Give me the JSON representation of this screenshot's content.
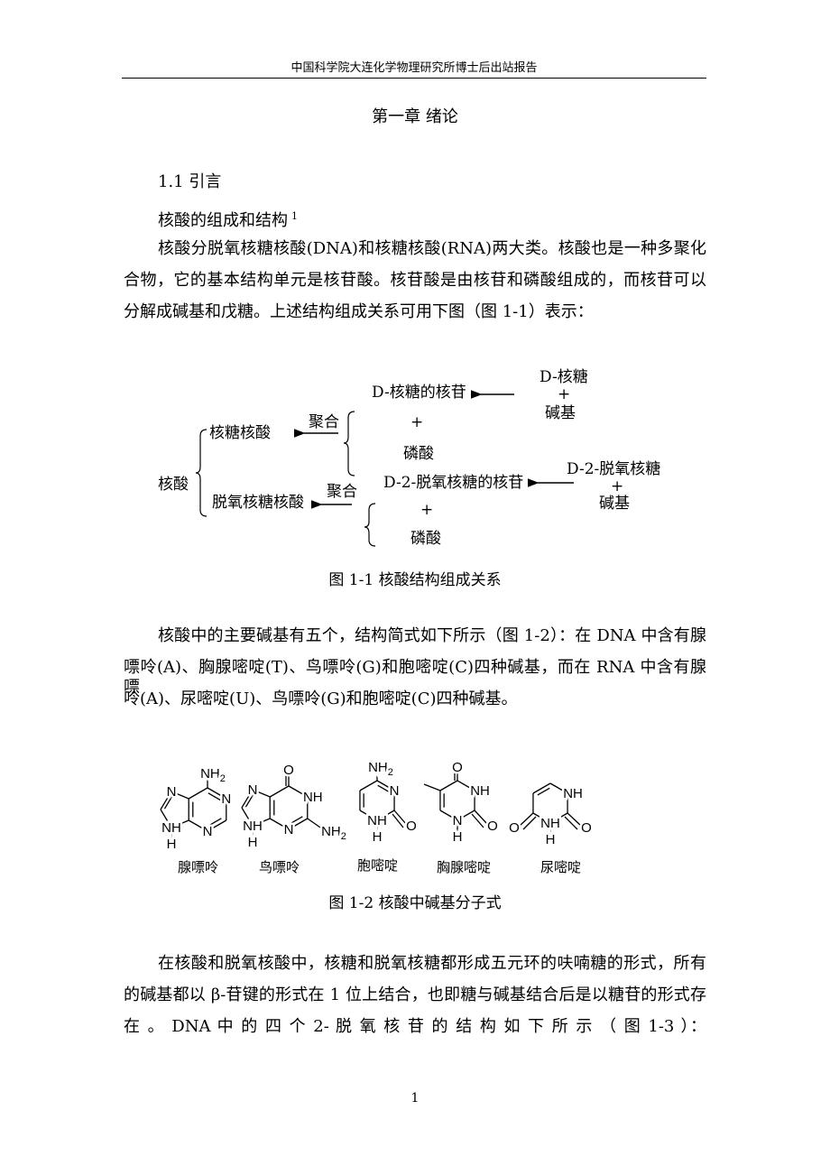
{
  "header": {
    "running_title": "中国科学院大连化学物理研究所博士后出站报告"
  },
  "chapter_title": "第一章  绪论",
  "section": {
    "number_title": "1.1  引言",
    "subheading": "核酸的组成和结构",
    "superscript_ref": "1"
  },
  "paragraph1": [
    "核酸分脱氧核糖核酸(DNA)和核糖核酸(RNA)两大类。核酸也是一种多聚化",
    "合物，它的基本结构单元是核苷酸。核苷酸是由核苷和磷酸组成的，而核苷可以",
    "分解成碱基和戊糖。上述结构组成关系可用下图（图 1-1）表示："
  ],
  "figure1": {
    "root": "核酸",
    "rna": "核糖核酸",
    "dna": "脱氧核糖核酸",
    "polymerize": "聚合",
    "ribo_nucleoside": "D-核糖的核苷",
    "deoxy_nucleoside": "D-2-脱氧核糖的核苷",
    "plus": "+",
    "phosphate": "磷酸",
    "ribose": "D-核糖",
    "deoxyribose": "D-2-脱氧核糖",
    "base": "碱基",
    "caption": "图 1-1  核酸结构组成关系"
  },
  "paragraph2": [
    "核酸中的主要碱基有五个，结构简式如下所示（图 1-2）：在 DNA 中含有腺",
    "嘌呤(A)、胸腺嘧啶(T)、鸟嘌呤(G)和胞嘧啶(C)四种碱基，而在 RNA 中含有腺嘌",
    "呤(A)、尿嘧啶(U)、鸟嘌呤(G)和胞嘧啶(C)四种碱基。"
  ],
  "figure2": {
    "bases": [
      "腺嘌呤",
      "鸟嘌呤",
      "胞嘧啶",
      "胸腺嘧啶",
      "尿嘧啶"
    ],
    "atoms": {
      "N": "N",
      "NH": "NH",
      "H": "H",
      "O": "O",
      "NH2": "NH",
      "sub2": "2"
    },
    "caption": "图 1-2  核酸中碱基分子式"
  },
  "paragraph3": [
    "在核酸和脱氧核酸中，核糖和脱氧核糖都形成五元环的呋喃糖的形式，所有",
    "的碱基都以 β-苷键的形式在 1 位上结合，也即糖与碱基结合后是以糖苷的形式存",
    "在 。 DNA 中 的 四 个 2- 脱 氧 核 苷 的 结 构 如 下 所 示 （ 图 1-3 ）："
  ],
  "page_number": "1"
}
